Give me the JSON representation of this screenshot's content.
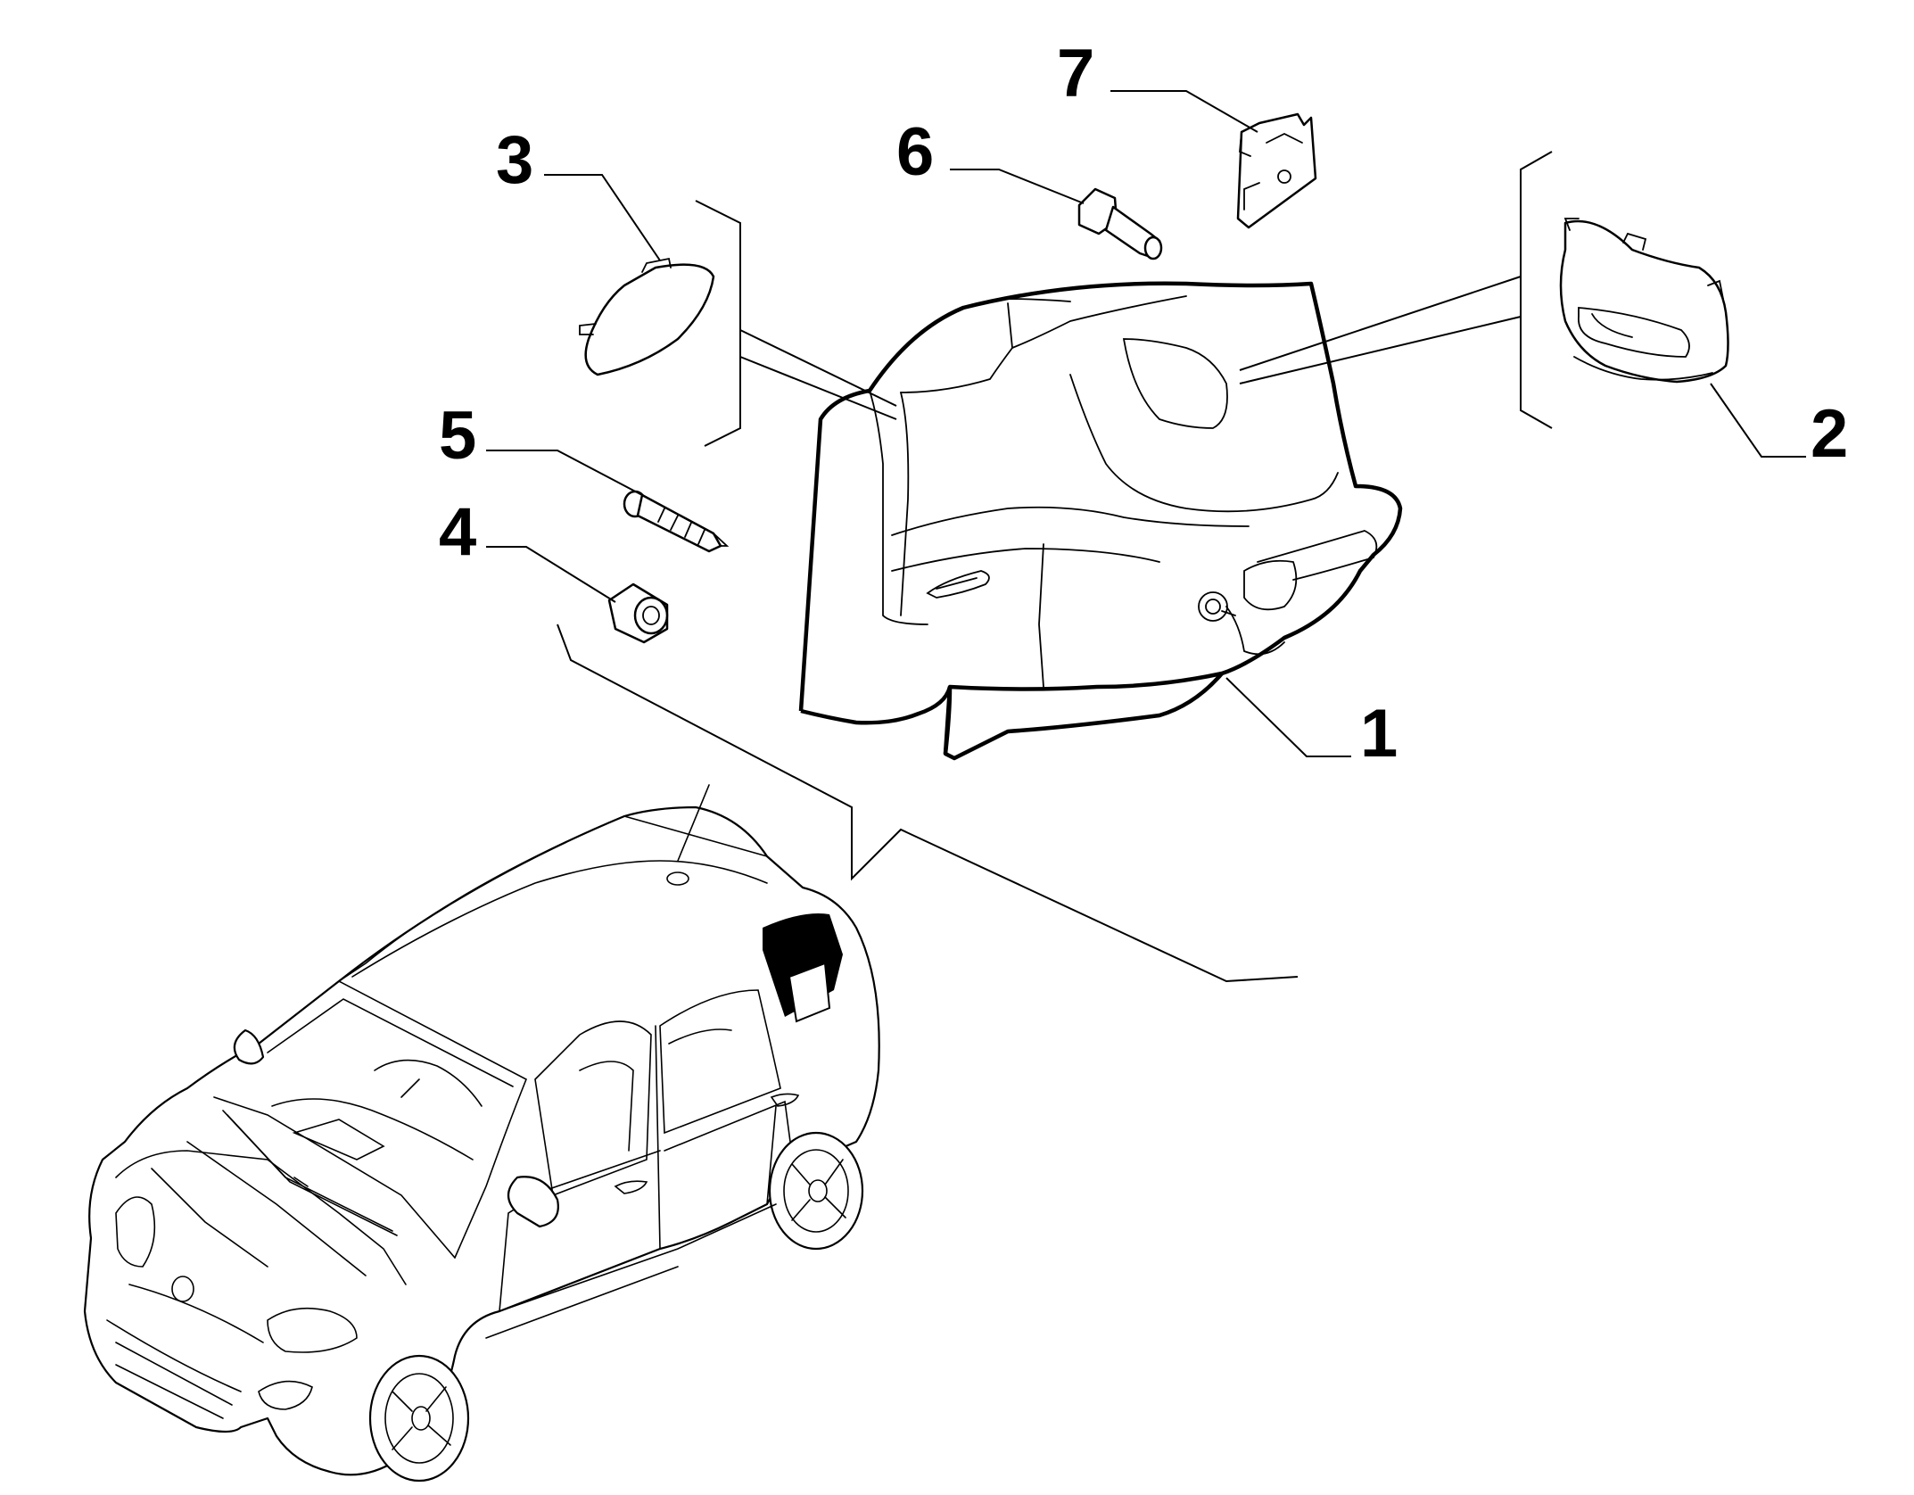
{
  "diagram": {
    "callouts": [
      {
        "id": "1",
        "label": "1"
      },
      {
        "id": "2",
        "label": "2"
      },
      {
        "id": "3",
        "label": "3"
      },
      {
        "id": "4",
        "label": "4"
      },
      {
        "id": "5",
        "label": "5"
      },
      {
        "id": "6",
        "label": "6"
      },
      {
        "id": "7",
        "label": "7"
      }
    ],
    "colors": {
      "line": "#000000",
      "background": "#ffffff",
      "highlight": "#000000"
    }
  }
}
